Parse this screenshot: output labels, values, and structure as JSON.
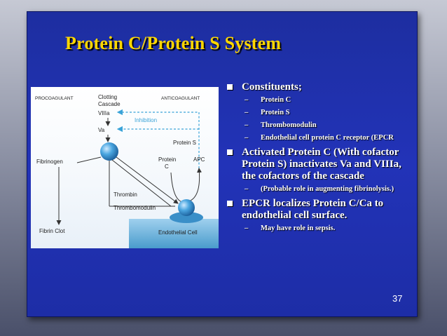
{
  "slide": {
    "title": "Protein C/Protein S System",
    "page_number": "37"
  },
  "figure": {
    "procoagulant": "PROCOAGULANT",
    "anticoagulant": "ANTICOAGULANT",
    "clotting_cascade": [
      "Clotting",
      "Cascade"
    ],
    "viiia": "VIIIa",
    "va": "Va",
    "inhibition": "Inhibition",
    "protein_s": "Protein S",
    "protein_c": [
      "Protein",
      "C"
    ],
    "apc": "APC",
    "fibrinogen": "Fibrinogen",
    "thrombin": "Thrombin",
    "thrombomodulin": "Thrombomodulin",
    "fibrin_clot": "Fibrin Clot",
    "endothelial_cell": "Endothelial Cell"
  },
  "bullets": [
    {
      "text": "Constituents;",
      "sub": [
        "Protein C",
        "Protein S",
        "Thrombomodulin",
        "Endothelial cell protein C receptor (EPCR"
      ]
    },
    {
      "text": "Activated Protein C (With cofactor Protein S) inactivates Va and VIIIa, the cofactors of the cascade",
      "sub": [
        "(Probable role in augmenting fibrinolysis.)"
      ]
    },
    {
      "text": "EPCR localizes Protein C/Ca to endothelial cell surface.",
      "sub": [
        "May have role in sepsis."
      ]
    }
  ],
  "colors": {
    "slide_bg": "#2233b8",
    "title": "#ffd700",
    "text": "#ffffff",
    "inhibition_arrow": "#3aa3d8",
    "protein_sphere": "#3a9ad8"
  }
}
